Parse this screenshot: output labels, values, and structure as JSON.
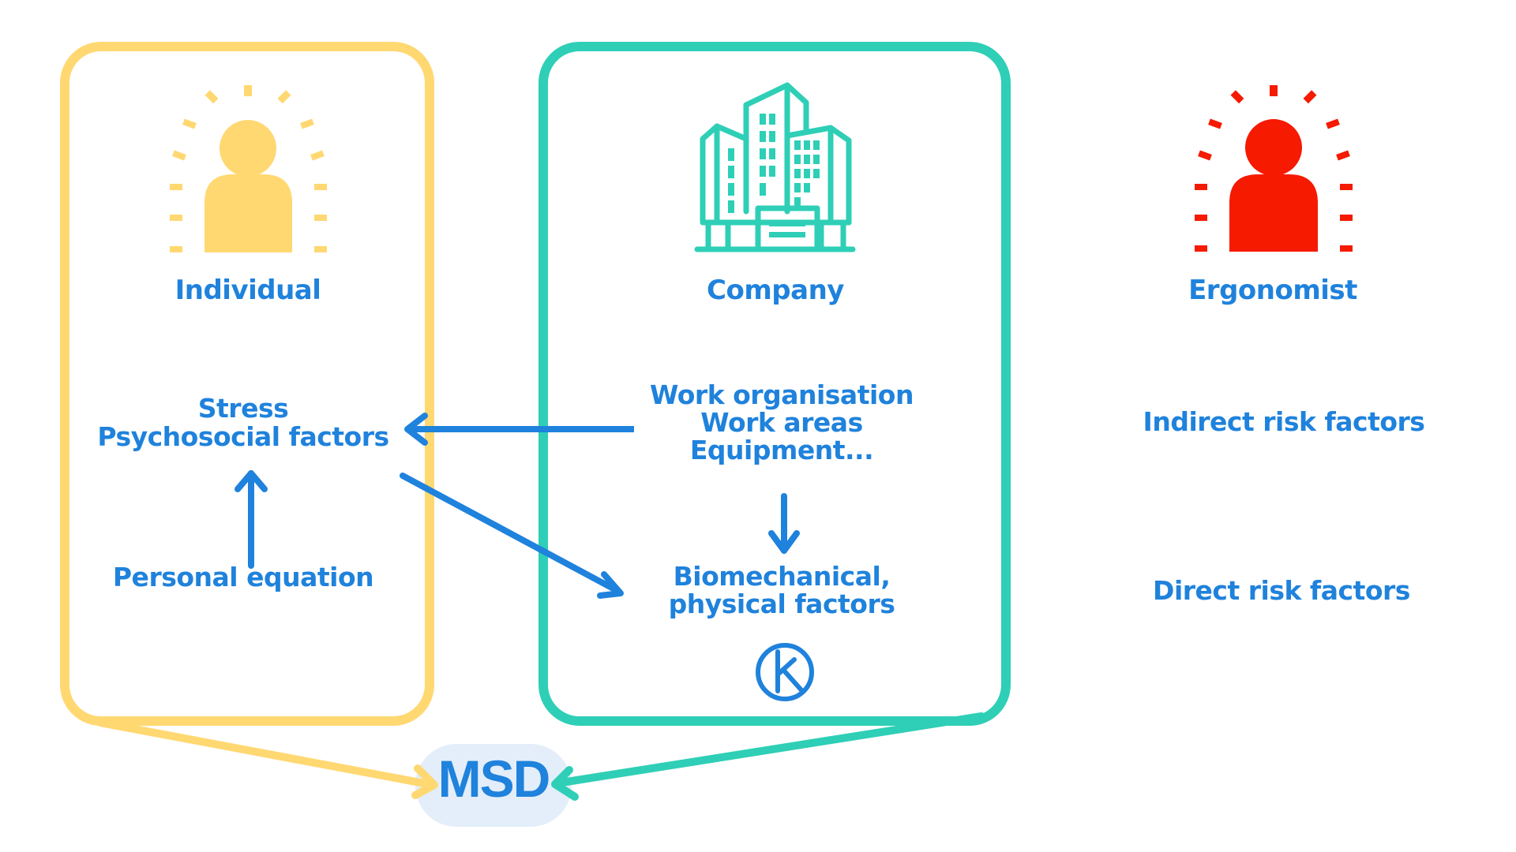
{
  "colors": {
    "individual": "#FFD872",
    "company": "#2ECFB6",
    "ergonomist": "#F51A00",
    "text": "#1F82DC",
    "arrow": "#1F82DC",
    "msd_bg": "#E3EEFA"
  },
  "columns": {
    "individual": {
      "label": "Individual",
      "icon": "person-radiating-icon",
      "items": [
        "Stress",
        "Psychosocial factors",
        "Personal equation"
      ]
    },
    "company": {
      "label": "Company",
      "icon": "office-building-icon",
      "items": [
        "Work organisation",
        "Work areas",
        "Equipment...",
        "Biomechanical,",
        "physical factors"
      ],
      "logo": "k-circle-logo"
    },
    "ergonomist": {
      "label": "Ergonomist",
      "icon": "person-radiating-icon",
      "items": [
        "Indirect risk factors",
        "Direct risk factors"
      ]
    }
  },
  "outcome": {
    "label": "MSD"
  },
  "connections": [
    {
      "from": "Work organisation / Work areas / Equipment...",
      "to": "Stress / Psychosocial factors"
    },
    {
      "from": "Personal equation",
      "to": "Stress / Psychosocial factors"
    },
    {
      "from": "Stress / Psychosocial factors",
      "to": "Biomechanical, physical factors"
    },
    {
      "from": "Work organisation / Work areas / Equipment...",
      "to": "Biomechanical, physical factors"
    },
    {
      "from": "Individual",
      "to": "MSD"
    },
    {
      "from": "Company",
      "to": "MSD"
    }
  ]
}
